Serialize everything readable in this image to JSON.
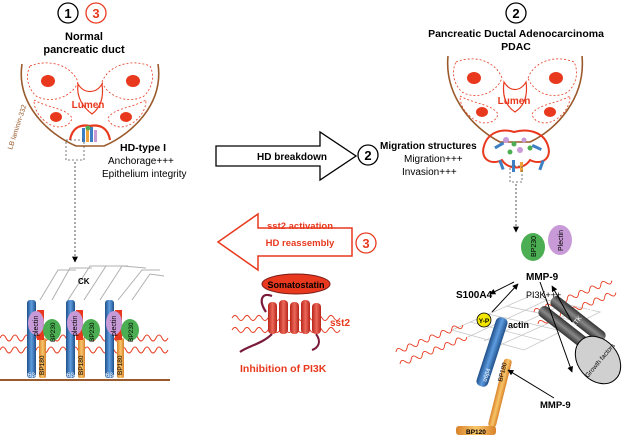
{
  "markers": {
    "one": "1",
    "two": "2",
    "three": "3"
  },
  "left_panel": {
    "title_line1": "Normal",
    "title_line2": "pancreatic duct",
    "lumen": "Lumen",
    "lb_label": "LB laminin-332",
    "hd_title": "HD-type I",
    "hd_line1": "Anchorage+++",
    "hd_line2": "Epithelium integrity"
  },
  "right_panel": {
    "title_line1": "Pancreatic Ductal Adenocarcinoma",
    "title_line2": "PDAC",
    "lumen": "Lumen",
    "mig_title": "Migration structures",
    "mig_line1": "Migration+++",
    "mig_line2": "Invasion+++"
  },
  "center": {
    "hd_breakdown": "HD breakdown",
    "sst2_activation": "sst2 activation",
    "hd_reassembly": "HD reassembly",
    "somatostatin": "Somatostatin",
    "sst2": "sst2",
    "inhibition": "Inhibition of PI3K"
  },
  "hd_detail": {
    "ck": "CK",
    "plectin": "plectin",
    "bp230": "BP230",
    "bp180": "BP180",
    "integrin": "α6β4"
  },
  "migration_detail": {
    "bp230": "BP230",
    "plectin": "Plectin",
    "mmp9_top": "MMP-9",
    "s100a4": "S100A4",
    "pi3k": "PI3K+++",
    "yp": "Y-P",
    "actin": "actin",
    "rtk": "RTK",
    "growth_factors": "Growth factors",
    "mmp9_bottom": "MMP-9",
    "bp180": "BP180",
    "bp120": "BP120",
    "integrin": "α6β4"
  },
  "colors": {
    "red": "#e8391e",
    "blue": "#3d7fc4",
    "orange": "#f0a43a",
    "green": "#4cae52",
    "violet": "#c99ad8",
    "brown": "#9a5a2c",
    "purple": "#7a1a3a"
  }
}
